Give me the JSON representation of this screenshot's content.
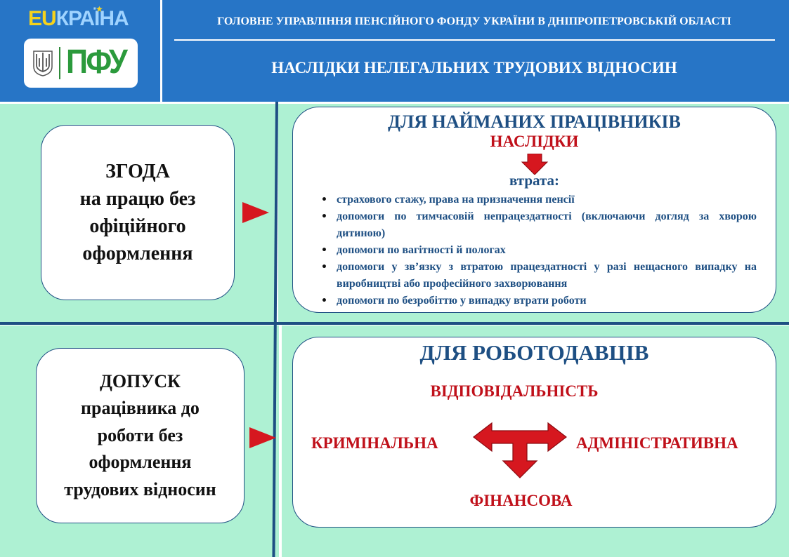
{
  "header": {
    "logo_eu": "EU",
    "logo_kraina": "КРАЇНА",
    "logo_pfu": "ПФУ",
    "organization": "ГОЛОВНЕ УПРАВЛІННЯ ПЕНСІЙНОГО ФОНДУ УКРАЇНИ В ДНІПРОПЕТРОВСЬКІЙ ОБЛАСТІ",
    "title": "НАСЛІДКИ НЕЛЕГАЛЬНИХ ТРУДОВИХ ВІДНОСИН"
  },
  "consent": {
    "lines": [
      "ЗГОДА",
      "на працю без",
      "офіційного",
      "оформлення"
    ]
  },
  "admission": {
    "lines": [
      "ДОПУСК",
      "працівника до",
      "роботи без",
      "оформлення",
      "трудових відносин"
    ]
  },
  "employees": {
    "title": "ДЛЯ НАЙМАНИХ ПРАЦІВНИКІВ",
    "subtitle": "НАСЛІДКИ",
    "loss_label": "втрата:",
    "items": [
      "страхового стажу, права на призначення пенсії",
      "допомоги по тимчасовій непрацездатності (включаючи догляд за хворою дитиною)",
      "допомоги по вагітності й пологах",
      "допомоги у зв’язку з втратою працездатності у разі нещасного випадку на виробництві або професійного захворювання",
      "допомоги по безробіттю у випадку втрати роботи"
    ]
  },
  "employers": {
    "title": "ДЛЯ РОБОТОДАВЦІВ",
    "responsibility": "ВІДПОВІДАЛЬНІСТЬ",
    "criminal": "КРИМІНАЛЬНА",
    "administrative": "АДМІНІСТРАТИВНА",
    "financial": "ФІНАНСОВА"
  },
  "colors": {
    "header_blue": "#2775c6",
    "panel_green": "#aef1d3",
    "dark_blue": "#1e4f83",
    "accent_red": "#c0101a",
    "pfu_green": "#2b9a3c"
  },
  "icons": [
    "trident-emblem-icon",
    "arrow-right-icon",
    "arrow-down-icon",
    "three-way-arrow-icon"
  ]
}
